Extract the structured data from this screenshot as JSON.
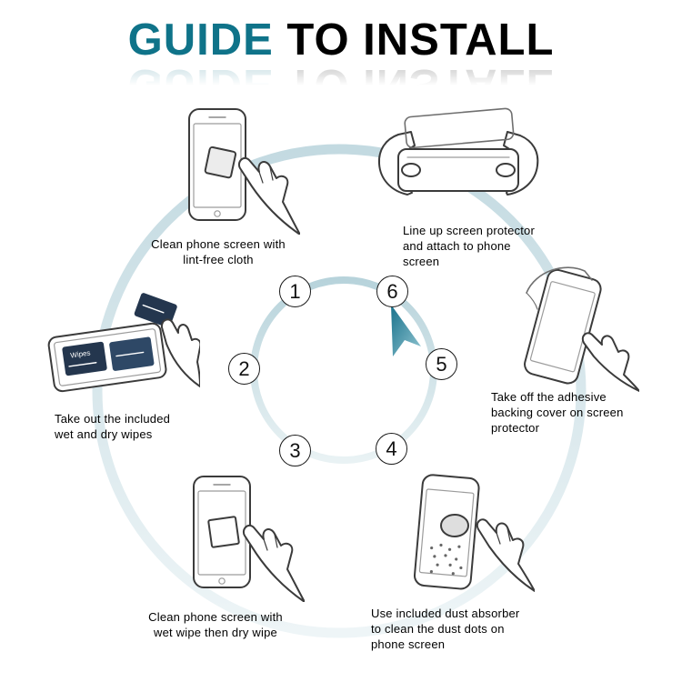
{
  "title": {
    "accent": "GUIDE",
    "rest": " TO INSTALL"
  },
  "steps": [
    {
      "number": "1",
      "caption": "Clean phone screen with\nlint-free cloth"
    },
    {
      "number": "2",
      "caption": "Take out the included\nwet and dry wipes"
    },
    {
      "number": "3",
      "caption": "Clean phone screen with\nwet wipe then dry wipe"
    },
    {
      "number": "4",
      "caption": "Use included dust absorber\nto clean the dust dots on\nphone screen"
    },
    {
      "number": "5",
      "caption": "Take off the adhesive\nbacking cover on screen\nprotector"
    },
    {
      "number": "6",
      "caption": "Line up screen protector\nand attach to phone\nscreen"
    }
  ],
  "labels": {
    "wipes": "Wipes"
  },
  "colors": {
    "accent_teal": "#0f7389",
    "arrow_dark": "#17718b",
    "arrow_light": "#93c6d2",
    "ring_light": "#cfe2e8",
    "ink": "#000000"
  }
}
